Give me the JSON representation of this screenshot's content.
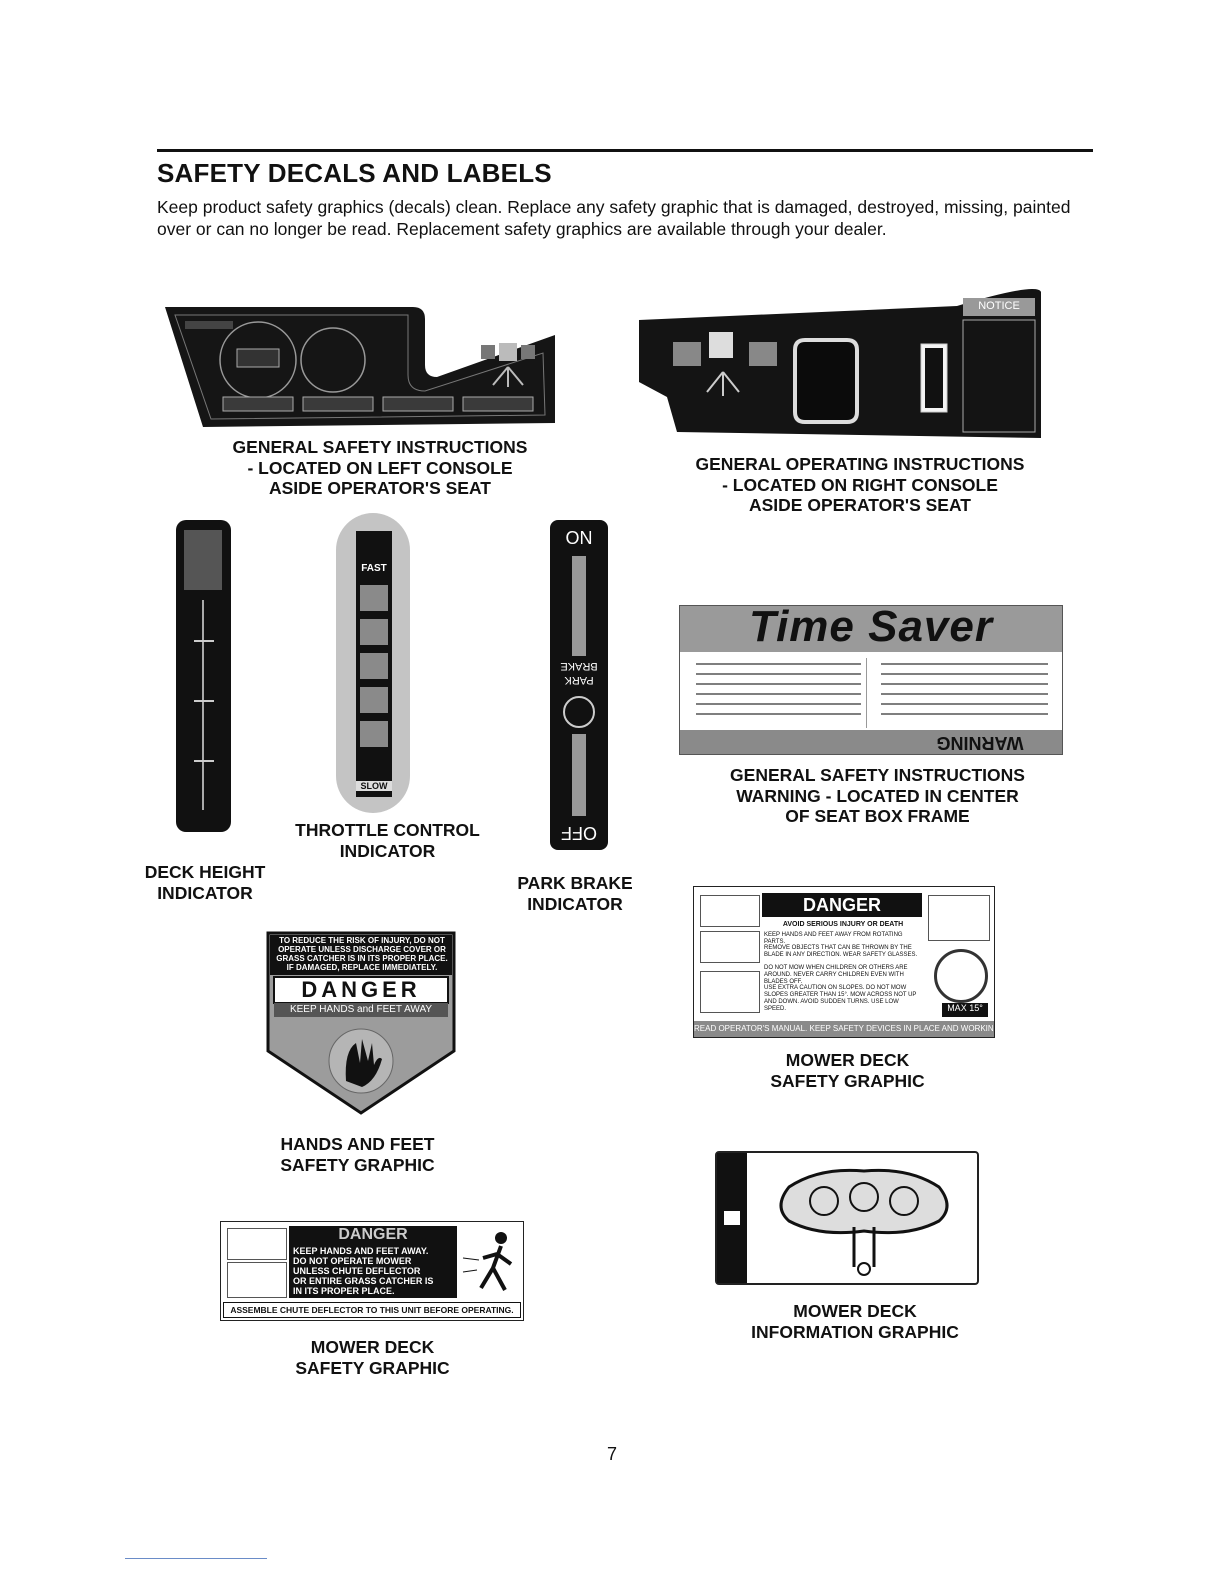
{
  "section_title": "SAFETY DECALS AND LABELS",
  "intro_text": "Keep product safety graphics (decals) clean. Replace any safety graphic that is damaged, destroyed, missing, painted over or can no longer be read. Replacement safety graphics are available through your dealer.",
  "captions": {
    "left_console": [
      "GENERAL SAFETY INSTRUCTIONS",
      "- LOCATED ON LEFT CONSOLE",
      "ASIDE OPERATOR'S SEAT"
    ],
    "right_console": [
      "GENERAL OPERATING INSTRUCTIONS",
      "- LOCATED ON RIGHT CONSOLE",
      "ASIDE OPERATOR'S SEAT"
    ],
    "deck_height": [
      "DECK HEIGHT",
      "INDICATOR"
    ],
    "throttle": [
      "THROTTLE CONTROL",
      "INDICATOR"
    ],
    "park_brake": [
      "PARK BRAKE",
      "INDICATOR"
    ],
    "seat_box": [
      "GENERAL SAFETY INSTRUCTIONS",
      "WARNING - LOCATED IN CENTER",
      "OF SEAT BOX FRAME"
    ],
    "hands_feet": [
      "HANDS AND FEET",
      "SAFETY GRAPHIC"
    ],
    "mower_deck_right": [
      "MOWER DECK",
      "SAFETY GRAPHIC"
    ],
    "mower_deck_left": [
      "MOWER DECK",
      "SAFETY GRAPHIC"
    ],
    "mower_deck_info": [
      "MOWER DECK",
      "INFORMATION GRAPHIC"
    ]
  },
  "decals": {
    "right_console_notice": "NOTICE",
    "throttle_fast": "FAST",
    "throttle_slow": "SLOW",
    "park_on": "ON",
    "park_off": "OFF",
    "park_brake_word": "BRAKE",
    "park_park_word": "PARK",
    "timesaver_logo": "Time Saver",
    "timesaver_warning": "WARNING",
    "danger_word": "DANGER",
    "deck_danger_lines": [
      "AVOID SERIOUS INJURY OR DEATH",
      "KEEP HANDS AND FEET AWAY FROM ROTATING PARTS.",
      "REMOVE OBJECTS THAT CAN BE THROWN BY THE BLADE IN ANY DIRECTION. WEAR SAFETY GLASSES.",
      "DO NOT MOW WHEN CHILDREN OR OTHERS ARE AROUND. NEVER CARRY CHILDREN EVEN WITH BLADES OFF.",
      "USE EXTRA CAUTION ON SLOPES. DO NOT MOW SLOPES GREATER THAN 15°. MOW ACROSS NOT UP AND DOWN. AVOID SUDDEN TURNS. USE LOW SPEED."
    ],
    "deck_danger_max": "MAX 15°",
    "deck_danger_footer": "READ OPERATOR'S MANUAL. KEEP SAFETY DEVICES IN PLACE AND WORKING.",
    "hf_top_text": "TO REDUCE THE RISK OF INJURY, DO NOT OPERATE UNLESS DISCHARGE COVER OR GRASS CATCHER IS IN ITS PROPER PLACE. IF DAMAGED, REPLACE IMMEDIATELY.",
    "hf_keep": "KEEP HANDS and FEET AWAY",
    "chute_lines": [
      "KEEP HANDS AND FEET AWAY.",
      "DO NOT OPERATE MOWER",
      "UNLESS CHUTE DEFLECTOR",
      "OR ENTIRE GRASS CATCHER IS",
      "IN ITS PROPER PLACE."
    ],
    "chute_footer": "ASSEMBLE CHUTE DEFLECTOR TO THIS UNIT BEFORE OPERATING."
  },
  "page_number": "7"
}
